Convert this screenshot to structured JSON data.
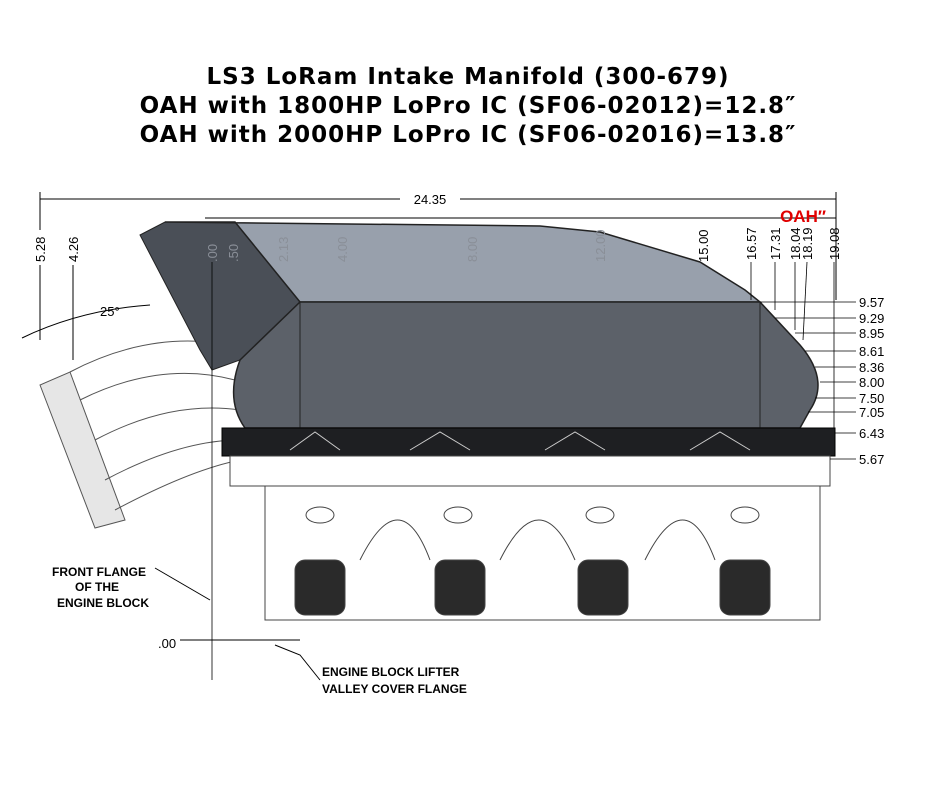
{
  "title": {
    "line1": "LS3 LoRam Intake Manifold (300-679)",
    "line2": "OAH with 1800HP LoPro IC (SF06-02012)=12.8″",
    "line3": "OAH with 2000HP LoPro IC (SF06-02016)=13.8″"
  },
  "drawing": {
    "overall_length": "24.35",
    "oah_label": "OAH″",
    "oah_color": "#e00000",
    "angle": "25°",
    "left_dims": [
      "5.28",
      "4.26"
    ],
    "top_dims": [
      ".00",
      ".50",
      "2.13",
      "4.00",
      "8.00",
      "12.00",
      "15.00",
      "16.57",
      "17.31",
      "18.04",
      "18.19",
      "19.08"
    ],
    "right_dims": [
      "9.57",
      "9.29",
      "8.95",
      "8.61",
      "8.36",
      "8.00",
      "7.50",
      "7.05",
      "6.43",
      "5.67"
    ],
    "baseline": ".00",
    "front_flange_note": [
      "FRONT FLANGE",
      "OF THE",
      "ENGINE BLOCK"
    ],
    "lifter_valley_note": [
      "ENGINE BLOCK LIFTER",
      "VALLEY COVER FLANGE"
    ]
  }
}
